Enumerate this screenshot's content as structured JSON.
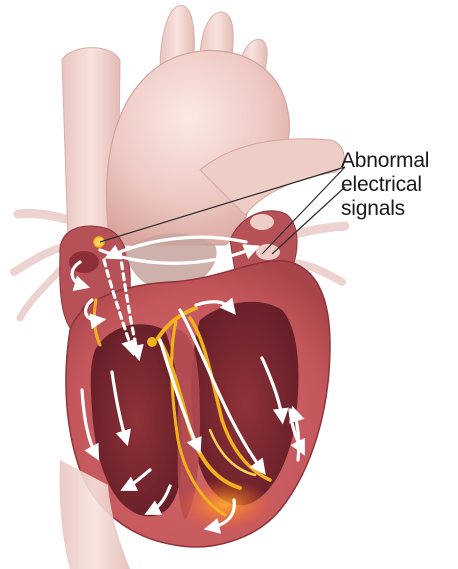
{
  "annotation": {
    "lines": [
      "Abnormal",
      "electrical",
      "signals"
    ]
  },
  "colors": {
    "myocardium": "#c85a5e",
    "chamber_cavity": "#7a2530",
    "vessel": "#f1d6d2",
    "aorta_shadow": "#dcb0ab",
    "conduction_path": "#f2b21e",
    "signal_arrow": "#ffffff",
    "pointer_line": "#2b2b2b"
  },
  "icons": [
    "abnormal-signal-arrow",
    "pointer-line",
    "sa-node-marker",
    "av-node-marker"
  ]
}
